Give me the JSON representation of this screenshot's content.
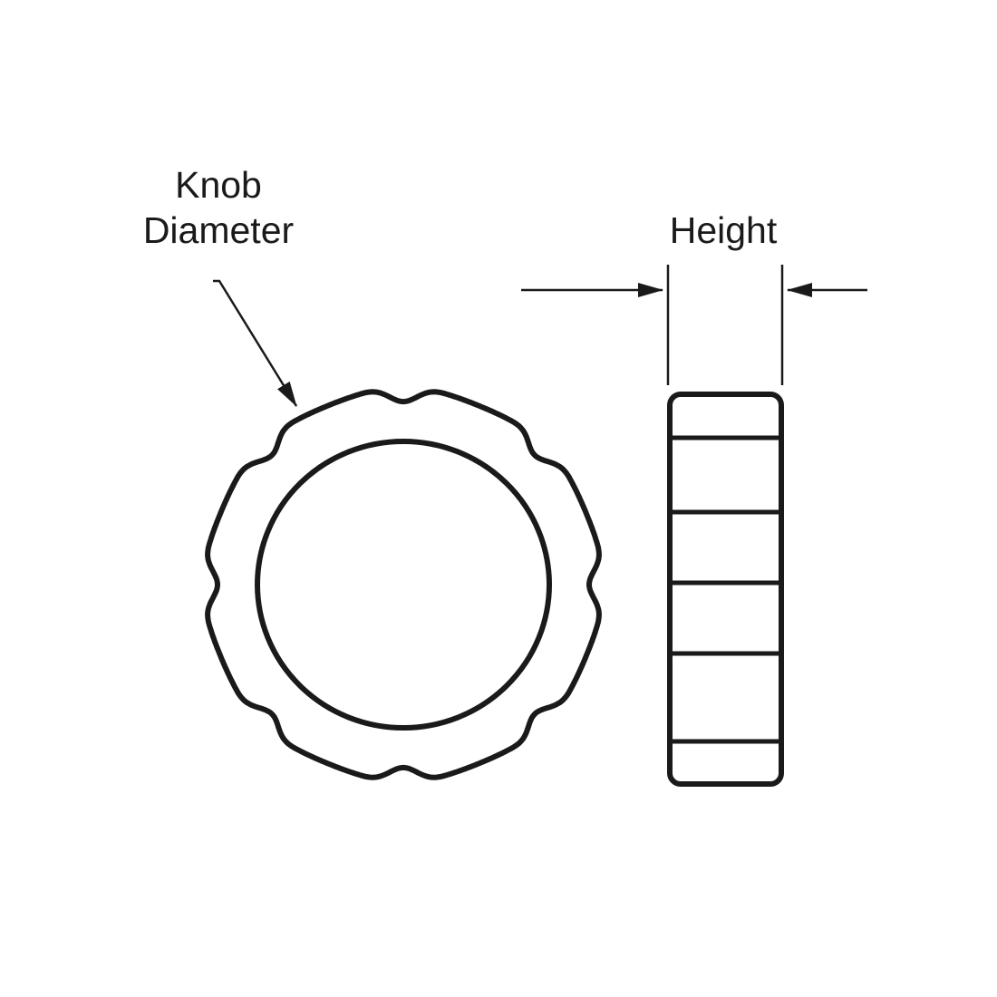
{
  "labels": {
    "knob_line1": "Knob",
    "knob_line2": "Diameter",
    "height": "Height"
  },
  "colors": {
    "stroke": "#1a1a1a",
    "background": "#ffffff"
  },
  "side_view": {
    "ridge_count": 6
  }
}
